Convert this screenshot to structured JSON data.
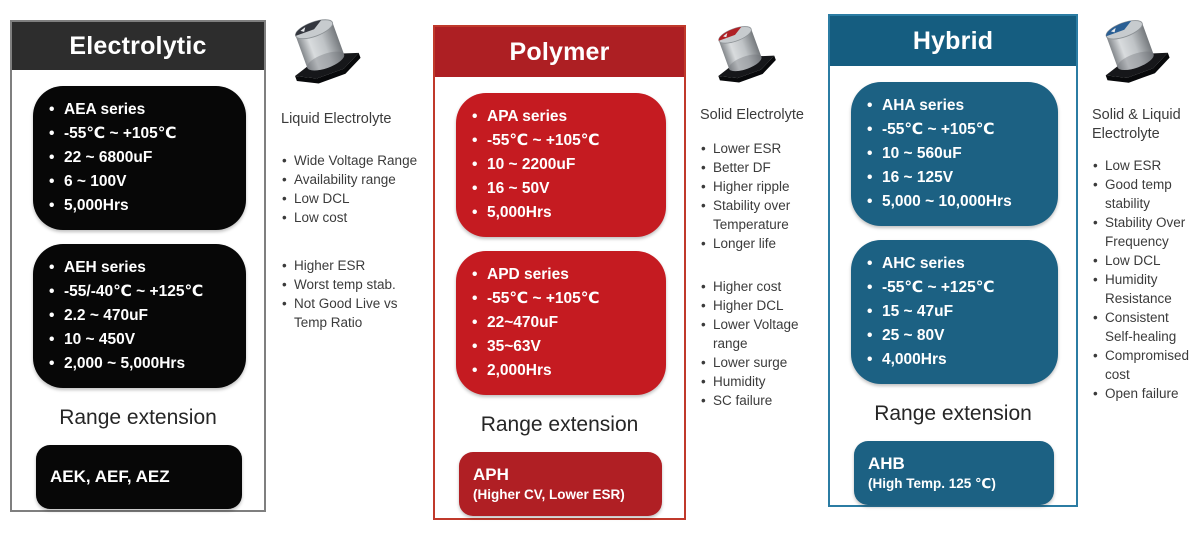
{
  "slide": {
    "background": "#ffffff"
  },
  "colors": {
    "electrolytic_header": "#2d2d2d",
    "electrolytic_card": "#070707",
    "electrolytic_border": "#7f7f7f",
    "polymer_header": "#ad1f23",
    "polymer_card": "#c51b21",
    "polymer_bottom_card": "#b01f24",
    "polymer_border": "#c0392b",
    "hybrid_header": "#155d80",
    "hybrid_card": "#1c6183",
    "hybrid_border": "#2b7ca3",
    "note_text": "#3b3b3b"
  },
  "panels": [
    {
      "title": "Electrolytic",
      "header_bg": "#2d2d2d",
      "card_bg": "#070707",
      "border": "#7f7f7f",
      "bottom_bg": "#070707",
      "cards": [
        {
          "lines": [
            "AEA series",
            "-55℃ ~ +105℃",
            "22 ~ 6800uF",
            "6 ~ 100V",
            "5,000Hrs"
          ]
        },
        {
          "lines": [
            "AEH series",
            "-55/-40℃ ~ +125℃",
            "2.2 ~ 470uF",
            "10 ~ 450V",
            "2,000 ~ 5,000Hrs"
          ]
        }
      ],
      "range_label": "Range extension",
      "bottom_card": {
        "title": "AEK, AEF, AEZ",
        "subtitle": ""
      }
    },
    {
      "title": "Polymer",
      "header_bg": "#ad1f23",
      "card_bg": "#c51b21",
      "border": "#c0392b",
      "bottom_bg": "#b01f24",
      "cards": [
        {
          "lines": [
            "APA series",
            "-55℃ ~ +105℃",
            "10 ~ 2200uF",
            "16 ~ 50V",
            "5,000Hrs"
          ]
        },
        {
          "lines": [
            "APD series",
            "-55℃ ~ +105℃",
            "22~470uF",
            "35~63V",
            "2,000Hrs"
          ]
        }
      ],
      "range_label": "Range extension",
      "bottom_card": {
        "title": "APH",
        "subtitle": "(Higher CV, Lower ESR)"
      }
    },
    {
      "title": "Hybrid",
      "header_bg": "#155d80",
      "card_bg": "#1c6183",
      "border": "#2b7ca3",
      "bottom_bg": "#1c6183",
      "cards": [
        {
          "lines": [
            "AHA series",
            "-55℃ ~ +105℃",
            "10 ~ 560uF",
            "16 ~ 125V",
            "5,000 ~ 10,000Hrs"
          ]
        },
        {
          "lines": [
            "AHC series",
            "-55℃ ~ +125℃",
            "15 ~ 47uF",
            "25 ~ 80V",
            "4,000Hrs"
          ]
        }
      ],
      "range_label": "Range extension",
      "bottom_card": {
        "title": "AHB",
        "subtitle": "(High Temp. 125 ℃)"
      }
    }
  ],
  "notes": [
    {
      "icon": "smd-capacitor-silver",
      "icon_accent": "#33363e",
      "heading": "Liquid Electrolyte",
      "pros": [
        "Wide Voltage Range",
        "Availability range",
        "Low DCL",
        "Low cost"
      ],
      "cons": [
        "Higher ESR",
        "Worst temp stab.",
        "Not Good Live vs Temp Ratio"
      ]
    },
    {
      "icon": "smd-capacitor-red-top",
      "icon_accent": "#b02025",
      "heading": "Solid Electrolyte",
      "pros": [
        "Lower ESR",
        "Better DF",
        "Higher ripple",
        "Stability over Temperature",
        "Longer life"
      ],
      "cons": [
        "Higher cost",
        "Higher DCL",
        "Lower Voltage range",
        "Lower surge",
        "Humidity",
        "SC failure"
      ]
    },
    {
      "icon": "smd-capacitor-blue-top",
      "icon_accent": "#2a5f94",
      "heading": "Solid & Liquid Electrolyte",
      "pros": [
        "Low ESR",
        "Good temp stability",
        "Stability Over Frequency",
        "Low DCL",
        "Humidity Resistance",
        "Consistent Self-healing",
        "Compromised cost",
        "Open failure"
      ],
      "cons": []
    }
  ]
}
